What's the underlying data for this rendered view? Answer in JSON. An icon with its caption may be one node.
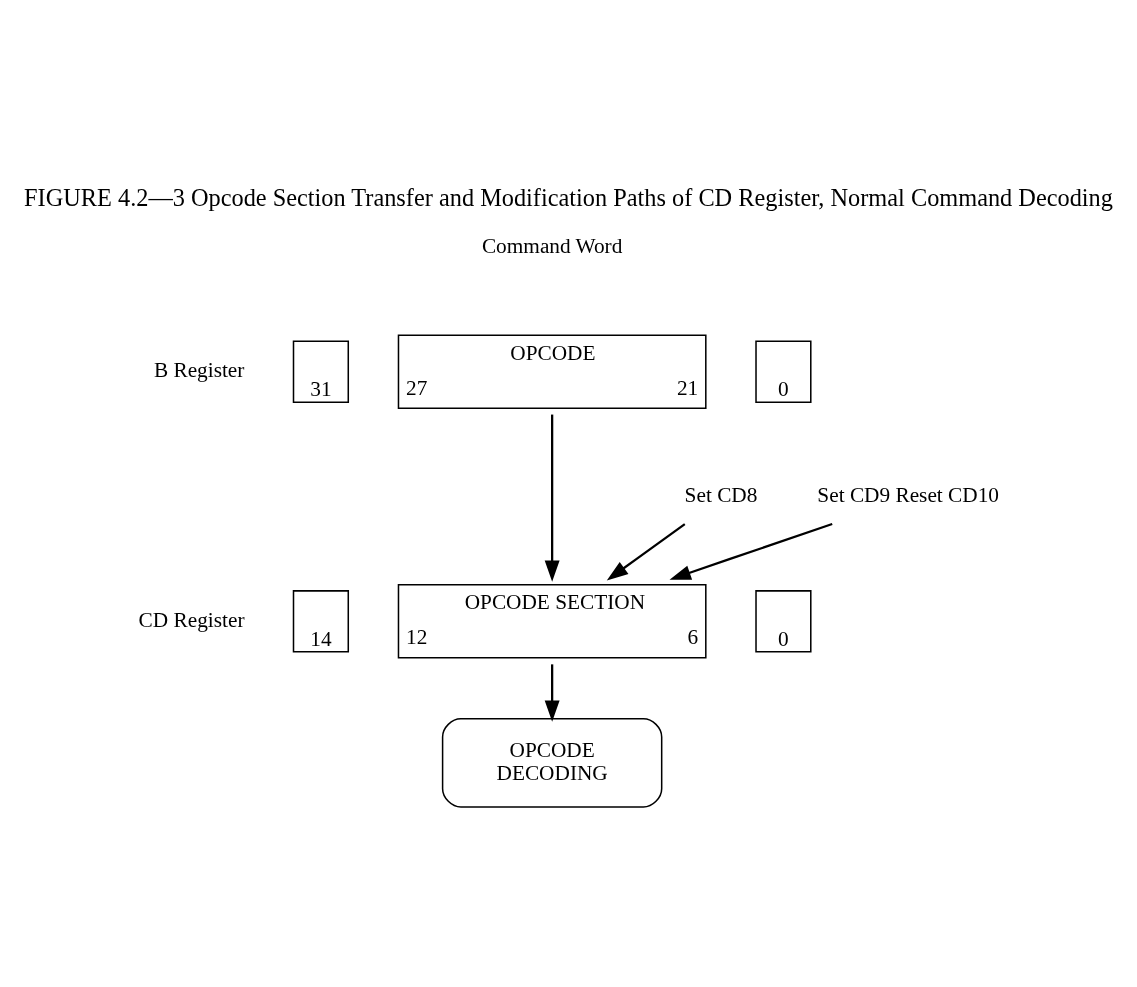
{
  "diagram": {
    "title": "FIGURE 4.2—3 Opcode Section Transfer and Modification Paths of CD Register, Normal Command Decoding",
    "nodes": [
      {
        "text": [
          "31"
        ]
      },
      {
        "text": [
          "OPCODE",
          "27",
          "21"
        ]
      },
      {
        "text": [
          "0"
        ]
      },
      {
        "text": [
          "14"
        ]
      },
      {
        "text": [
          "OPCODE SECTION",
          "12",
          "6"
        ]
      },
      {
        "text": [
          "0"
        ]
      },
      {
        "text": [
          "Set CD8"
        ]
      },
      {
        "text": [
          "Set CD9 Reset CD10"
        ]
      },
      {
        "text": [
          "OPCODE DECODING"
        ]
      }
    ],
    "edges": [
      {
        "from": 1,
        "to": 4,
        "arrow": "to"
      },
      {
        "from": 6,
        "to": 4,
        "arrow": "to"
      },
      {
        "from": 7,
        "to": 4,
        "arrow": "to"
      },
      {
        "from": 4,
        "to": 8,
        "arrow": "to"
      }
    ],
    "labels": [
      "Command Word",
      "B Register",
      "CD Register"
    ]
  }
}
